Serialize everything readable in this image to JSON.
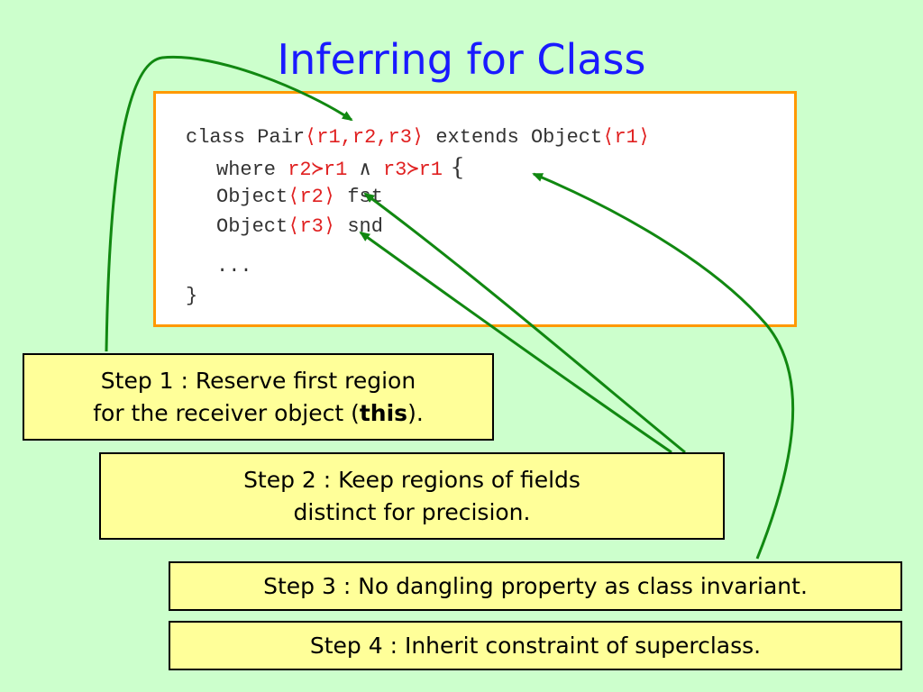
{
  "title": "Inferring for Class",
  "code": {
    "line1": {
      "kw": "class Pair",
      "lang": "⟨",
      "params": "r1,r2,r3",
      "rang": "⟩",
      "ext": " extends Object",
      "lang2": "⟨",
      "sup": "r1",
      "rang2": "⟩"
    },
    "line2": {
      "kw": "where ",
      "c1": "r2≻r1",
      "and": " ∧ ",
      "c2": "r3≻r1",
      "brace": " {"
    },
    "line3": {
      "kw": "Object",
      "lang": "⟨",
      "r": "r2",
      "rang": "⟩",
      "field": " fst"
    },
    "line4": {
      "kw": "Object",
      "lang": "⟨",
      "r": "r3",
      "rang": "⟩",
      "field": " snd"
    },
    "line5": "...",
    "line6": "}"
  },
  "steps": {
    "step1": {
      "line1": "Step 1 : Reserve first region",
      "line2a": "for the receiver object (",
      "line2b": "this",
      "line2c": ")."
    },
    "step2": {
      "line1": "Step 2 : Keep regions of fields",
      "line2": "distinct for precision."
    },
    "step3": "Step 3 : No dangling  property as class invariant.",
    "step4": "Step 4 : Inherit constraint of superclass."
  },
  "colors": {
    "background": "#ccffcc",
    "title": "#1a1aff",
    "arrow": "#118811",
    "code_box_border": "#ff9900",
    "highlight": "#e02020",
    "step_fill": "#ffff99"
  }
}
